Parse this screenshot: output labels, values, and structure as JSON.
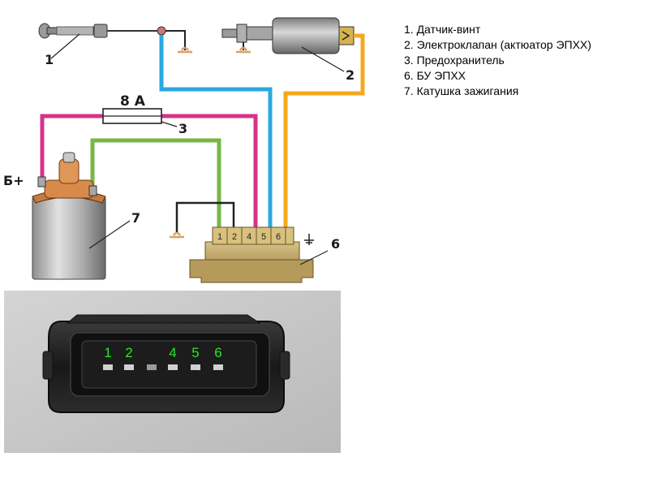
{
  "legend": [
    "1. Датчик-винт",
    "2. Электроклапан (актюатор ЭПХХ)",
    "3. Предохранитель",
    "6. БУ ЭПХХ",
    "7. Катушка зажигания"
  ],
  "diagram": {
    "callouts": {
      "sensor": "1",
      "valve": "2",
      "fuse": "3",
      "control_unit": "6",
      "coil": "7"
    },
    "fuse_rating": "8 А",
    "battery_plus": "Б+",
    "connector_pins": [
      "1",
      "2",
      "4",
      "5",
      "6"
    ],
    "wire_colors": {
      "blue": "#2aa8e0",
      "orange": "#f4a91c",
      "magenta": "#d6338a",
      "green": "#78b744",
      "black": "#222222"
    }
  },
  "photo": {
    "pin_labels": [
      "1",
      "2",
      "4",
      "5",
      "6"
    ]
  }
}
